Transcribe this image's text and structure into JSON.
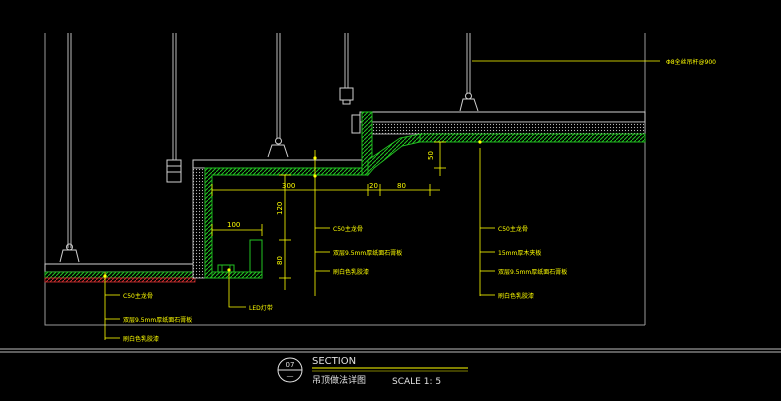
{
  "colors": {
    "background": "#000000",
    "line": "#c8c8c8",
    "fill_green": "#22c422",
    "fill_red": "#d03030",
    "dim": "#ffff00",
    "text": "#ffff00",
    "title_white": "#e0e0e0"
  },
  "dimensions": {
    "d300": "300",
    "d20": "20",
    "d80": "80",
    "d50": "50",
    "d120": "120",
    "d100": "100",
    "d80b": "80"
  },
  "labels": {
    "top_right": "Φ8全丝吊杆@900",
    "mid_1": "C50主龙骨",
    "mid_2": "双层9.5mm厚纸面石膏板",
    "mid_3": "刷白色乳胶漆",
    "right_1": "C50主龙骨",
    "right_2": "15mm厚木夹板",
    "right_3": "双层9.5mm厚纸面石膏板",
    "right_4": "刷白色乳胶漆",
    "left_1": "C50主龙骨",
    "left_2": "双层9.5mm厚纸面石膏板",
    "left_3": "刷白色乳胶漆",
    "led": "LED灯带"
  },
  "title_block": {
    "number": "07",
    "sheet": "—",
    "heading": "SECTION",
    "subtitle": "吊顶做法详图",
    "scale": "SCALE 1: 5"
  }
}
